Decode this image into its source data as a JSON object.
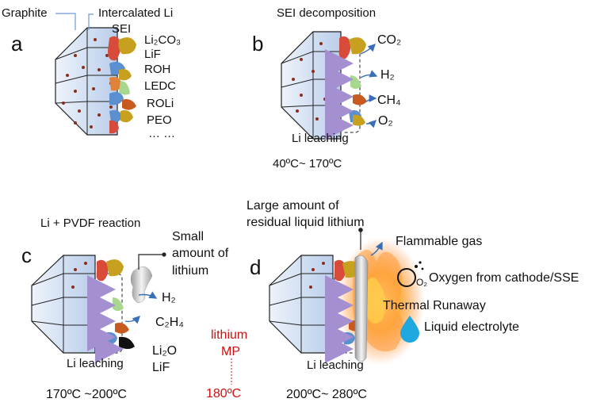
{
  "panels": {
    "a": {
      "letter": "a",
      "graphite_label": "Graphite",
      "intercalated_label": "Intercalated Li",
      "sei_label": "SEI",
      "components": [
        "Li₂CO₃",
        "LiF",
        "ROH",
        "LEDC",
        "ROLi",
        "PEO",
        "… …"
      ]
    },
    "b": {
      "letter": "b",
      "title": "SEI decomposition",
      "gases": [
        "CO₂",
        "H₂",
        "CH₄",
        "O₂"
      ],
      "leaching": "Li leaching",
      "temp": "40ºC~ 170ºC"
    },
    "c": {
      "letter": "c",
      "title": "Li + PVDF reaction",
      "lithium_note_1": "Small",
      "lithium_note_2": "amount of",
      "lithium_note_3": "lithium",
      "products": [
        "H₂",
        "C₂H₄",
        "Li₂O",
        "LiF"
      ],
      "leaching": "Li leaching",
      "temp": "170ºC ~200ºC"
    },
    "mp": {
      "label_1": "lithium",
      "label_2": "MP",
      "temp": "180ºC"
    },
    "d": {
      "letter": "d",
      "title_1": "Large amount of",
      "title_2": "residual liquid lithium",
      "flammable": "Flammable gas",
      "oxygen_symbol": "O₂",
      "oxygen": "Oxygen from cathode/SSE",
      "runaway": "Thermal Runaway",
      "electrolyte": "Liquid electrolyte",
      "leaching": "Li leaching",
      "temp": "200ºC~ 280ºC"
    }
  },
  "colors": {
    "graphite_fill": "#c8d8ef",
    "arrow_blue": "#3a6fb8",
    "leach_arrow": "#a48fd0",
    "mp_red": "#d01010",
    "sei": [
      "#d84a3a",
      "#c8a020",
      "#5a8fd0",
      "#e0823a",
      "#a8d890",
      "#c85a20"
    ]
  }
}
